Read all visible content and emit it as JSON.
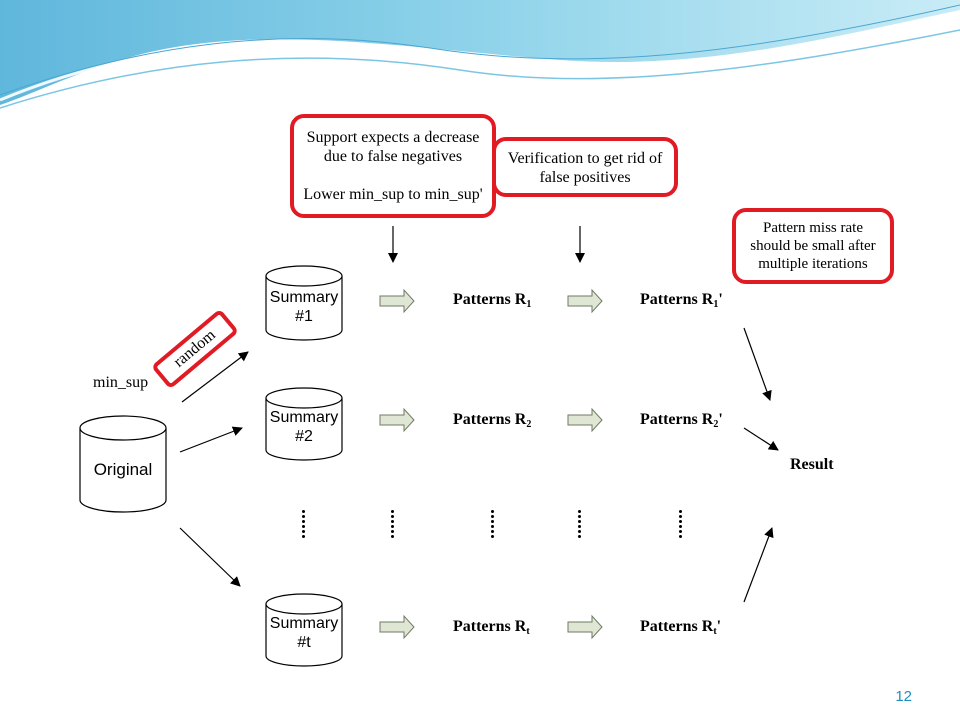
{
  "slide": {
    "page_number": "12"
  },
  "callouts": {
    "support_line1": "Support expects a decrease",
    "support_line2": "due to false negatives",
    "support_line3": "Lower min_sup to min_sup'",
    "verification_line1": "Verification to get rid of",
    "verification_line2": "false positives",
    "miss_line1": "Pattern miss rate",
    "miss_line2": "should be small after",
    "miss_line3": "multiple iterations",
    "random": "random"
  },
  "labels": {
    "min_sup": "min_sup",
    "original": "Original",
    "result": "Result"
  },
  "summaries": [
    {
      "line1": "Summary",
      "line2": "#1"
    },
    {
      "line1": "Summary",
      "line2": "#2"
    },
    {
      "line1": "Summary",
      "line2": "#t"
    }
  ],
  "patterns": {
    "label": "Patterns R",
    "prime": "'",
    "subs": [
      "1",
      "2",
      "t"
    ]
  },
  "colors": {
    "callout_border": "#e01b24",
    "arrow_fill": "#dfe6d3",
    "page_number": "#1f8fc0"
  }
}
